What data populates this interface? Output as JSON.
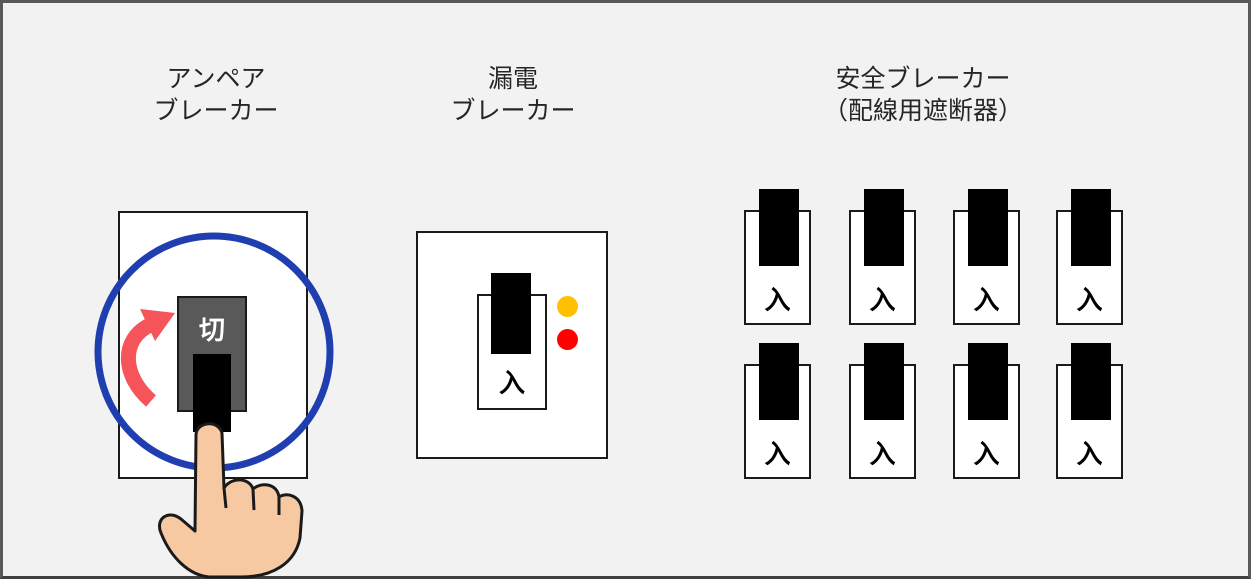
{
  "labels": {
    "ampere": [
      "アンペア",
      "ブレーカー"
    ],
    "leakage": [
      "漏電",
      "ブレーカー"
    ],
    "safety": [
      "安全ブレーカー",
      "（配線用遮断器）"
    ]
  },
  "ampere_breaker": {
    "switch_text": "切"
  },
  "leakage_breaker": {
    "switch_text": "入",
    "lamps": [
      "yellow-lamp",
      "red-lamp"
    ]
  },
  "safety_breakers": {
    "row1": [
      "入",
      "入",
      "入",
      "入"
    ],
    "row2": [
      "入",
      "入",
      "入",
      "入"
    ]
  },
  "colors": {
    "background": "#f2f2f2",
    "highlight_circle": "#1f3fb0",
    "arrow": "#f4545a",
    "lamp_yellow": "#ffc000",
    "lamp_red": "#ff0000",
    "hand": "#f7c9a3",
    "switch_grey": "#595959"
  },
  "icons": [
    "rotate-arrow-icon",
    "pointing-hand-icon"
  ]
}
